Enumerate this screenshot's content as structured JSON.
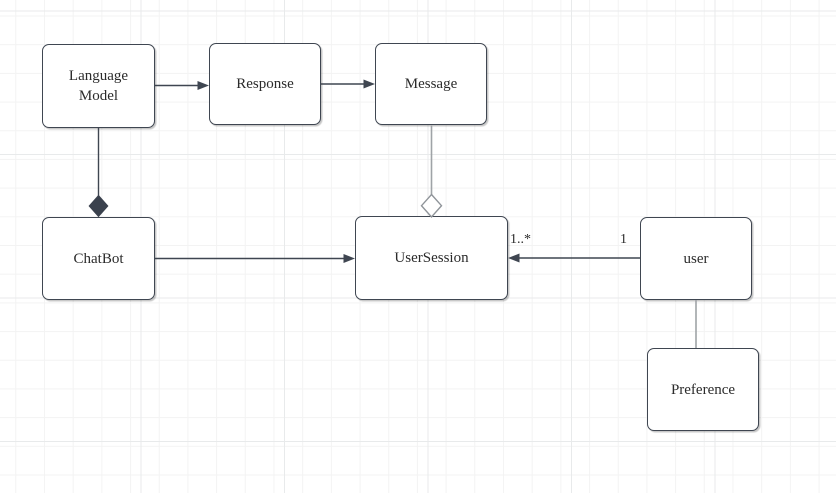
{
  "canvas": {
    "background_color": "#ffffff",
    "grid_minor_color": "#f3f3f3",
    "grid_major_color": "#e8eaeb"
  },
  "colors": {
    "node_border": "#3f4651",
    "node_fill": "#ffffff",
    "edge_dark": "#3f4651",
    "edge_light": "#9fa3a7",
    "text": "#2b2b2b",
    "composition_diamond_fill": "#3a414d",
    "aggregation_diamond_fill": "#ffffff"
  },
  "nodes": {
    "language_model": {
      "label": "Language\nModel"
    },
    "response": {
      "label": "Response"
    },
    "message": {
      "label": "Message"
    },
    "chatbot": {
      "label": "ChatBot"
    },
    "user_session": {
      "label": "UserSession"
    },
    "user": {
      "label": "user"
    },
    "preference": {
      "label": "Preference"
    }
  },
  "edges": {
    "user_to_user_session": {
      "target_multiplicity": "1..*",
      "source_multiplicity": "1"
    }
  }
}
